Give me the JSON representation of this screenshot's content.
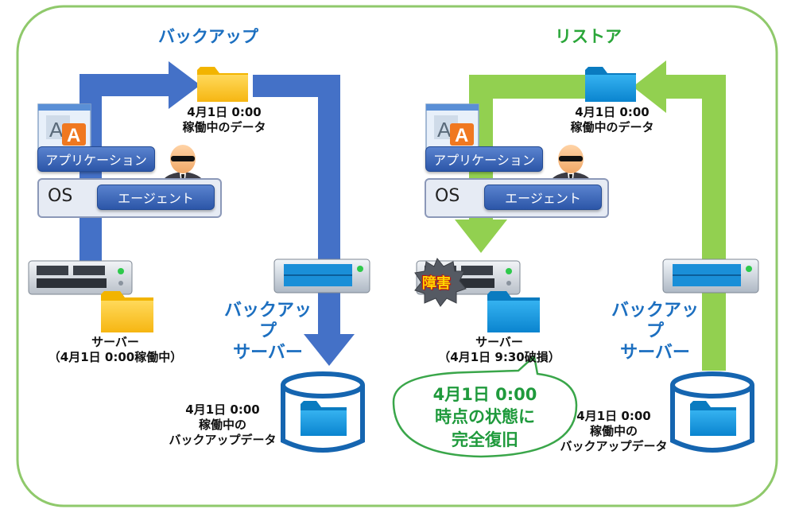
{
  "backup": {
    "title": "バックアップ",
    "folder_caption_line1": "4月1日 0:00",
    "folder_caption_line2": "稼働中のデータ",
    "app_label": "アプリケーション",
    "os_label": "OS",
    "agent_label": "エージェント",
    "server_line1": "サーバー",
    "server_line2": "（4月1日 0:00稼働中）",
    "backup_server_line1": "バックアップ",
    "backup_server_line2": "サーバー",
    "storage_line1": "4月1日 0:00",
    "storage_line2": "稼働中の",
    "storage_line3": "バックアップデータ"
  },
  "restore": {
    "title": "リストア",
    "folder_caption_line1": "4月1日 0:00",
    "folder_caption_line2": "稼働中のデータ",
    "app_label": "アプリケーション",
    "os_label": "OS",
    "agent_label": "エージェント",
    "failure_label": "障害",
    "server_line1": "サーバー",
    "server_line2": "（4月1日 9:30破損）",
    "backup_server_line1": "バックアップ",
    "backup_server_line2": "サーバー",
    "storage_line1": "4月1日 0:00",
    "storage_line2": "稼働中の",
    "storage_line3": "バックアップデータ",
    "callout_line1": "4月1日 0:00",
    "callout_line2": "時点の状態に",
    "callout_line3": "完全復旧"
  },
  "colors": {
    "backup_arrow": "#4471c7",
    "restore_arrow": "#92d050",
    "frame": "#8fc96b",
    "title_blue": "#1c6fc0",
    "title_green": "#2aa639",
    "folder_yellow": "#ffc928",
    "folder_blue": "#1a9be0",
    "callout_border": "#3aa64a"
  },
  "icons": [
    "app-window-icon",
    "agent-person-icon",
    "server-rack-icon",
    "folder-icon",
    "database-cylinder-icon",
    "explosion-icon"
  ]
}
